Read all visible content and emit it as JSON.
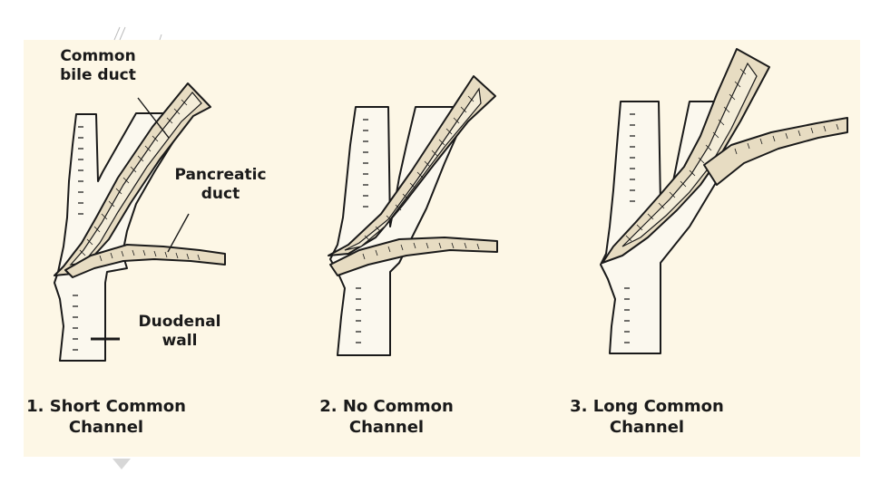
{
  "colors": {
    "background": "#fdf7e6",
    "wall_fill": "#fbf8ee",
    "duct_fill": "#e7dcc2",
    "ink": "#1a1a1a"
  },
  "labels": {
    "common_bile_duct": [
      "Common",
      "bile duct"
    ],
    "pancreatic_duct": [
      "Pancreatic",
      "duct"
    ],
    "duodenal_wall": [
      "Duodenal",
      "wall"
    ]
  },
  "panels": [
    {
      "caption": [
        "1. Short Common",
        "Channel"
      ]
    },
    {
      "caption": [
        "2. No Common",
        "Channel"
      ]
    },
    {
      "caption": [
        "3. Long Common",
        "Channel"
      ]
    }
  ]
}
